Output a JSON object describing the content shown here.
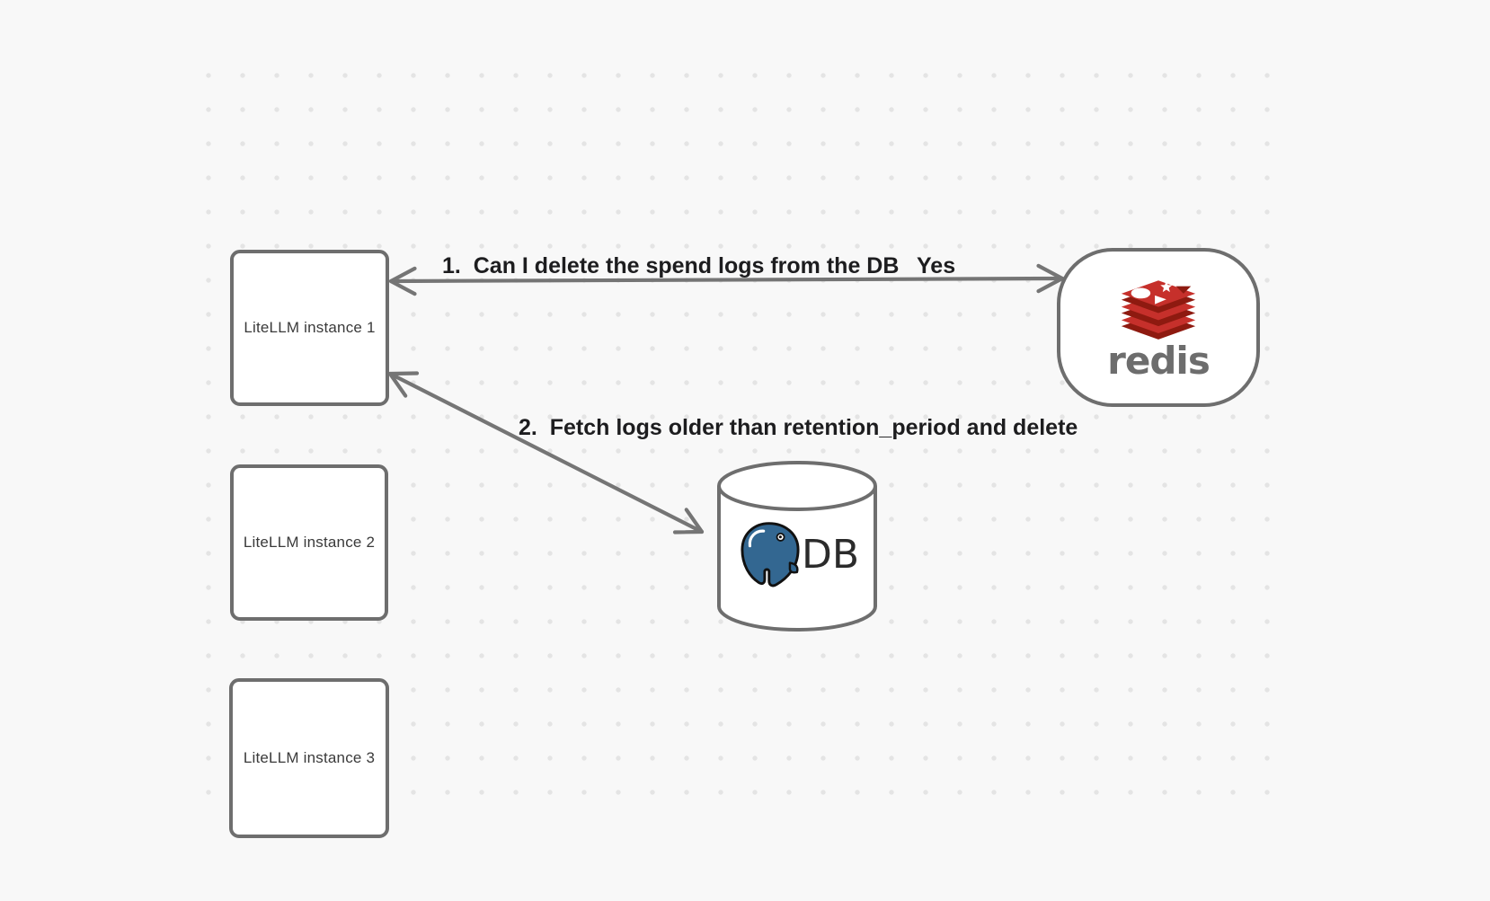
{
  "diagram": {
    "nodes": {
      "litellm_instances": [
        {
          "label": "LiteLLM instance 1"
        },
        {
          "label": "LiteLLM instance 2"
        },
        {
          "label": "LiteLLM instance 3"
        }
      ],
      "redis": {
        "label": "redis",
        "logo": "redis-logo"
      },
      "db": {
        "label": "DB",
        "logo": "postgresql-logo"
      }
    },
    "edges": [
      {
        "from": "LiteLLM instance 1",
        "to": "redis",
        "label": "1.  Can I delete the spend logs from the DB",
        "response": "Yes"
      },
      {
        "from": "LiteLLM instance 1",
        "to": "DB",
        "label": "2.  Fetch logs older than retention_period and delete",
        "response": ""
      }
    ],
    "colors": {
      "background": "#f8f8f8",
      "grid_dot": "#e4e4e4",
      "node_stroke": "#6e6e6e",
      "node_fill": "#ffffff",
      "arrow": "#757575",
      "label_text": "#1d1d1f",
      "box_text": "#3a3a3a",
      "redis_red": "#c6302b",
      "redis_dark_red": "#8e1a10",
      "redis_wordmark": "#6d6d6d",
      "postgres_blue": "#336791",
      "db_text": "#2b2b2b"
    }
  }
}
